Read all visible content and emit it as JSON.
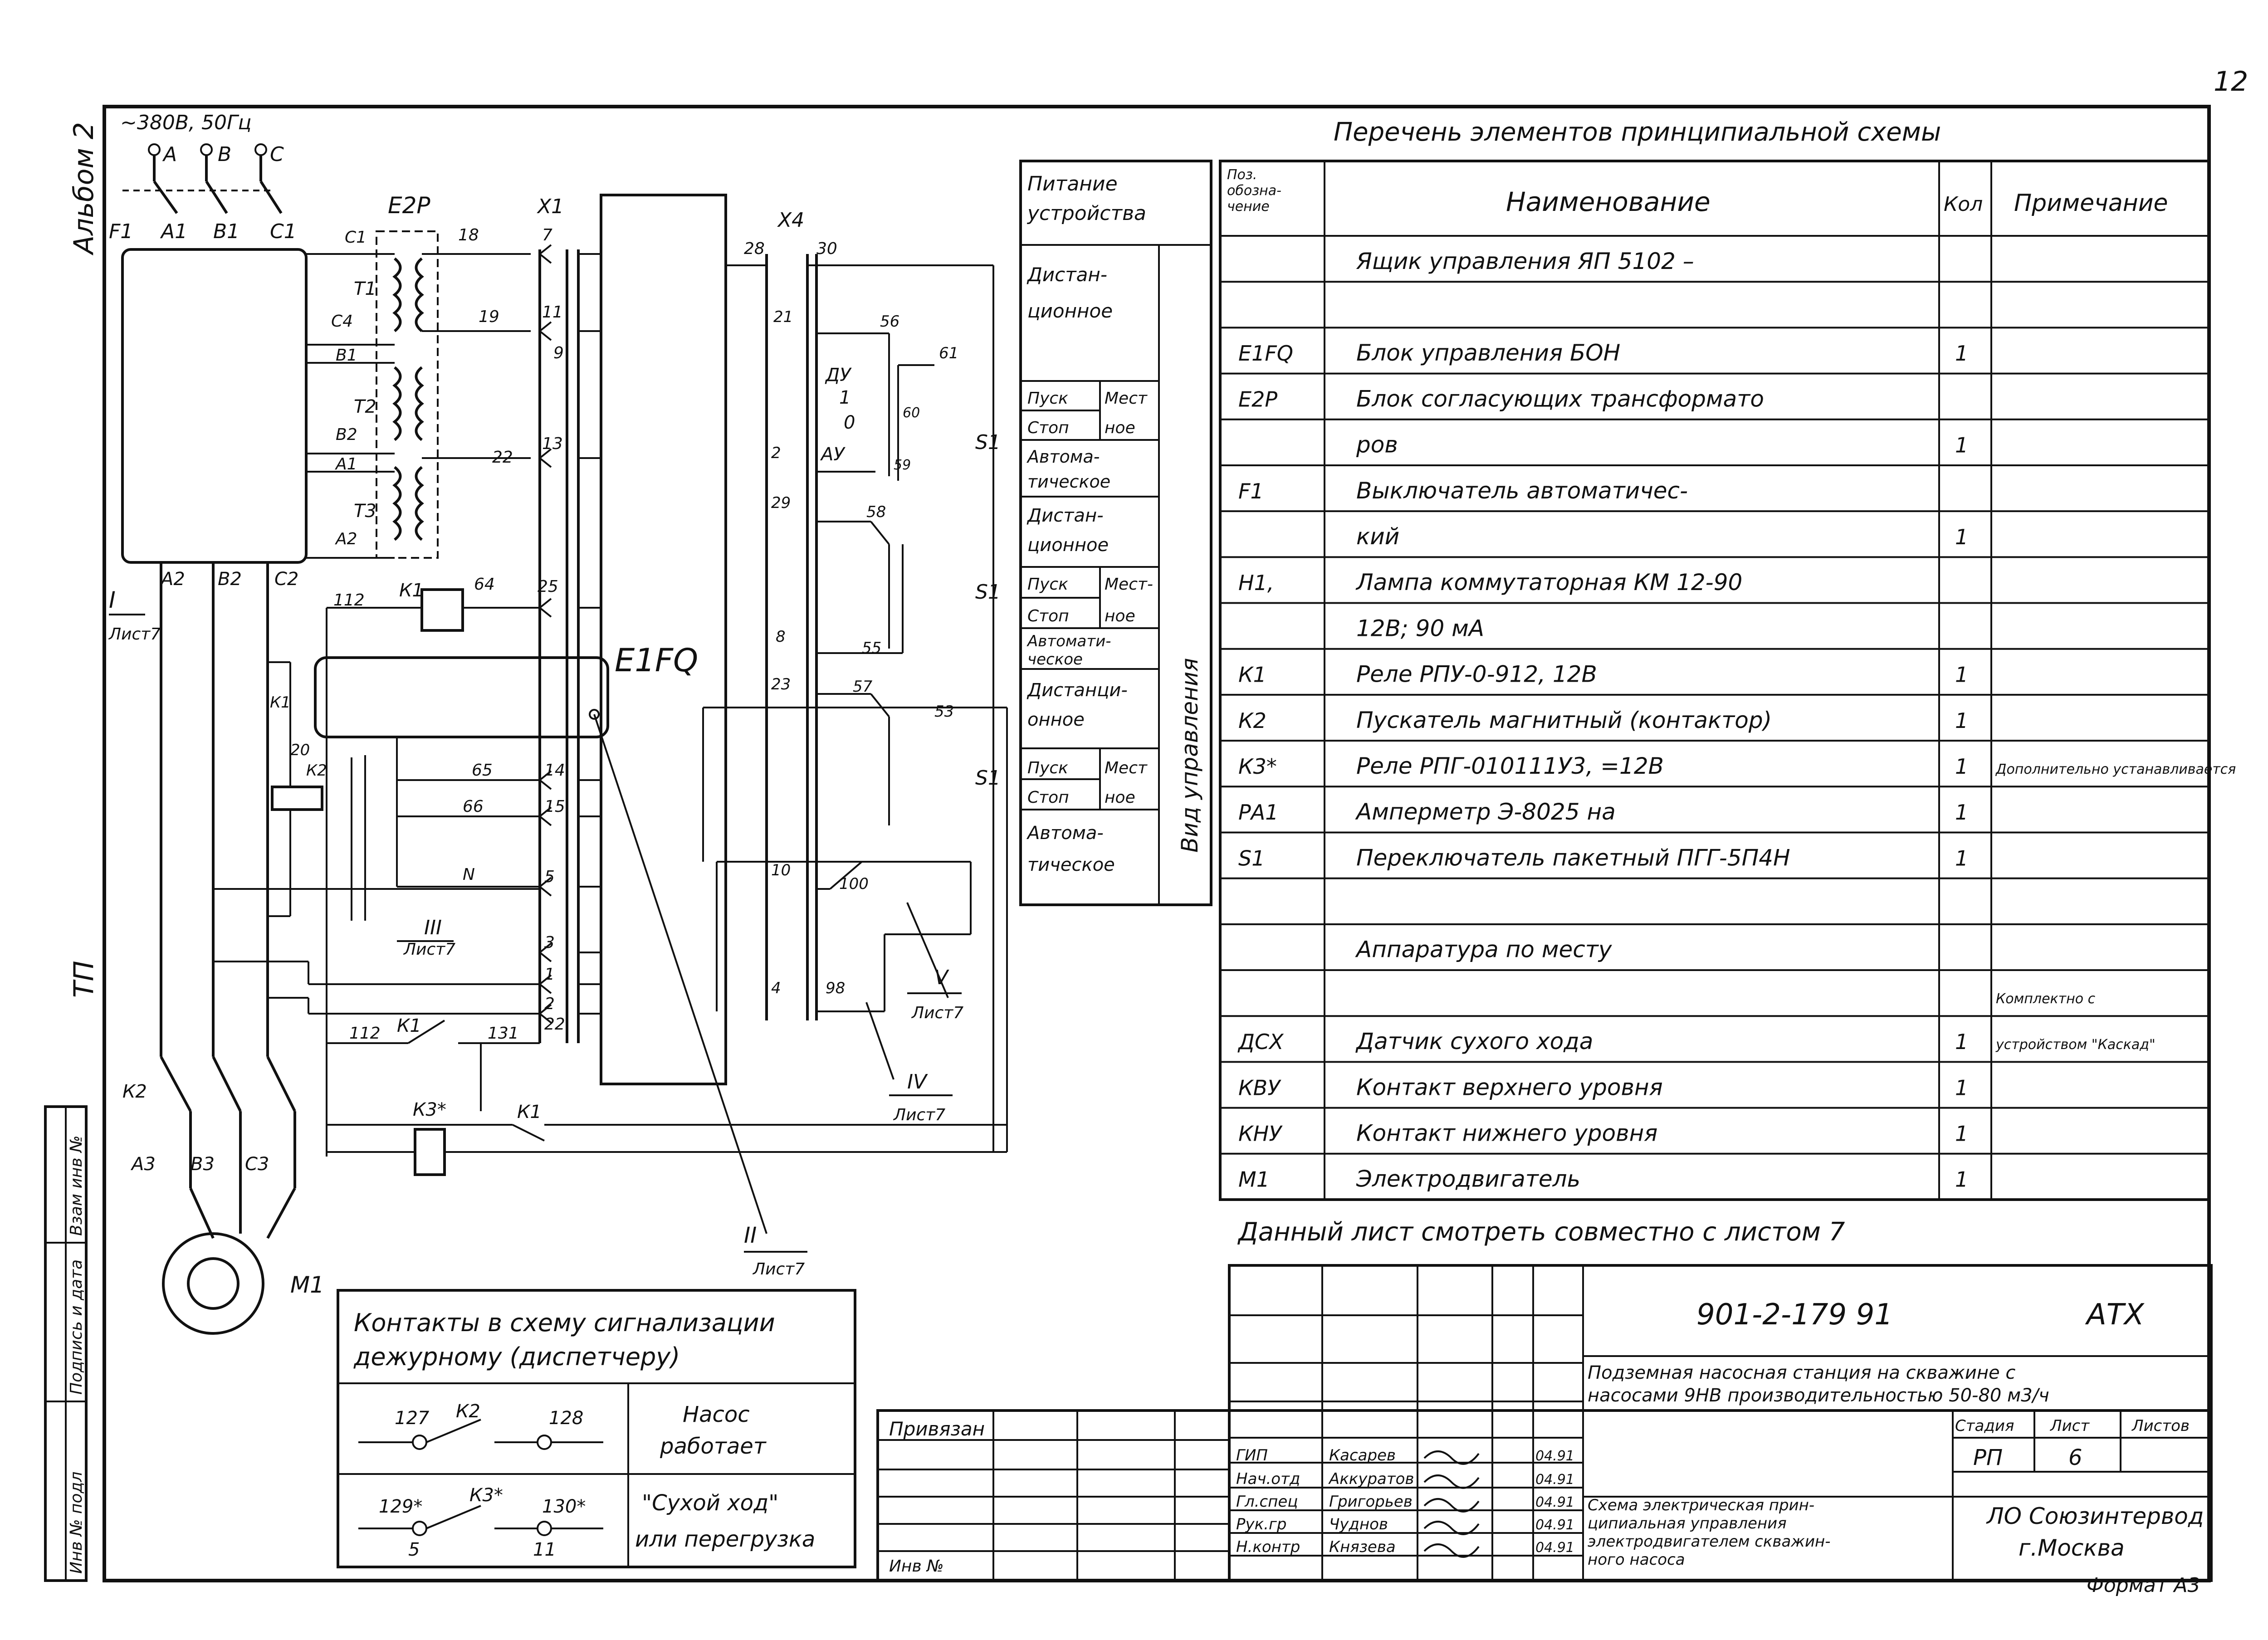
{
  "sheet_number": "12",
  "format_label": "Формат А3",
  "left_strip": {
    "album": "Альбом 2",
    "tp": "ТП",
    "stamp_cells": [
      "Взам инв №",
      "Подпись и дата",
      "Инв № подл"
    ]
  },
  "supply_label": "~380В, 50Гц",
  "phases": [
    "А",
    "В",
    "С"
  ],
  "schematic_labels": {
    "f1": "F1",
    "a1": "А1",
    "b1": "В1",
    "c1": "С1",
    "a2": "А2",
    "b2": "В2",
    "c2": "С2",
    "e2p": "Е2Р",
    "t1": "Т1",
    "t2": "Т2",
    "t3": "Т3",
    "c1b": "С1",
    "c4": "С4",
    "b1b": "В1",
    "b2b": "В2",
    "a1b": "А1",
    "a2b": "А2",
    "x1": "X1",
    "x4": "X4",
    "e1fq": "Е1FQ",
    "n18": "18",
    "n19": "19",
    "n22": "22",
    "n7": "7",
    "n11": "11",
    "n9": "9",
    "n13": "13",
    "n25": "25",
    "n64": "64",
    "n112": "112",
    "k1": "К1",
    "n65": "65",
    "n66": "66",
    "nN": "N",
    "n14": "14",
    "n15": "15",
    "n5": "5",
    "n3": "3",
    "n1": "1",
    "n2": "2",
    "n22b": "22",
    "n112b": "112",
    "k1b": "К1",
    "n131": "131",
    "k3": "К3*",
    "k1c": "К1",
    "n28": "28",
    "n30": "30",
    "n21": "21",
    "n56": "56",
    "n61": "61",
    "dy": "ДУ",
    "one": "1",
    "zero": "0",
    "ay": "АУ",
    "n60": "60",
    "n59": "59",
    "n2b": "2",
    "n29": "29",
    "n58": "58",
    "n8": "8",
    "n55": "55",
    "n23": "23",
    "n57": "57",
    "n53": "53",
    "n10": "10",
    "n100": "100",
    "n4": "4",
    "n98": "98",
    "s1a": "S1",
    "s1b": "S1",
    "s1c": "S1",
    "ki": "К1",
    "n20": "20",
    "k2": "К2",
    "k2b": "К2",
    "a3": "А3",
    "b3": "В3",
    "c3": "С3",
    "m1": "М1",
    "ref1": "I",
    "ref1_sheet": "Лист7",
    "ref2": "II",
    "ref2_sheet": "Лист7",
    "ref3": "III",
    "ref3_sheet": "Лист7",
    "ref4": "IV",
    "ref4_sheet": "Лист7",
    "ref5": "V",
    "ref5_sheet": "Лист7"
  },
  "mode_table": {
    "header": [
      "Питание",
      "устройства"
    ],
    "rows": [
      [
        "Дистан-",
        "ционное"
      ],
      [
        "Пуск",
        "Стоп",
        "Мест",
        "ное"
      ],
      [
        "Автома-",
        "тическое"
      ],
      [
        "Дистан-",
        "ционное"
      ],
      [
        "Пуск",
        "Стоп",
        "Мест-",
        "ное"
      ],
      [
        "Автомати-",
        "ческое"
      ],
      [
        "Дистанци-",
        "онное"
      ],
      [
        "Пуск",
        "Стоп",
        "Мест",
        "ное"
      ],
      [
        "Автома-",
        "тическое"
      ]
    ],
    "vertical_label": "Вид управления"
  },
  "elements_list": {
    "title": "Перечень элементов принципиальной схемы",
    "headers": [
      "Поз. обозна-чение",
      "Наименование",
      "Кол",
      "Примечание"
    ],
    "rows": [
      {
        "pos": "",
        "name": "Ящик управления ЯП 5102 –",
        "qty": "",
        "note": ""
      },
      {
        "pos": "",
        "name": "",
        "qty": "",
        "note": ""
      },
      {
        "pos": "Е1FQ",
        "name": "Блок управления БОН",
        "qty": "1",
        "note": ""
      },
      {
        "pos": "Е2Р",
        "name": "Блок согласующих трансформато",
        "qty": "",
        "note": ""
      },
      {
        "pos": "",
        "name": "ров",
        "qty": "1",
        "note": ""
      },
      {
        "pos": "F1",
        "name": "Выключатель автоматичес-",
        "qty": "",
        "note": ""
      },
      {
        "pos": "",
        "name": "кий",
        "qty": "1",
        "note": ""
      },
      {
        "pos": "Н1,",
        "name": "Лампа коммутаторная КМ 12-90",
        "qty": "",
        "note": ""
      },
      {
        "pos": "",
        "name": "12В; 90 мА",
        "qty": "",
        "note": ""
      },
      {
        "pos": "К1",
        "name": "Реле РПУ-0-912, 12В",
        "qty": "1",
        "note": ""
      },
      {
        "pos": "К2",
        "name": "Пускатель магнитный (контактор)",
        "qty": "1",
        "note": ""
      },
      {
        "pos": "К3*",
        "name": "Реле РПГ-010111У3, =12В",
        "qty": "1",
        "note": "Дополнительно устанавливается"
      },
      {
        "pos": "РА1",
        "name": "Амперметр Э-8025 на",
        "qty": "1",
        "note": ""
      },
      {
        "pos": "S1",
        "name": "Переключатель пакетный ПГГ-5П4Н",
        "qty": "1",
        "note": ""
      },
      {
        "pos": "",
        "name": "",
        "qty": "",
        "note": ""
      },
      {
        "pos": "",
        "name": "Аппаратура по месту",
        "qty": "",
        "note": ""
      },
      {
        "pos": "",
        "name": "",
        "qty": "",
        "note": "Комплектно с"
      },
      {
        "pos": "ДСХ",
        "name": "Датчик сухого хода",
        "qty": "1",
        "note": "устройством \"Каскад\""
      },
      {
        "pos": "КВУ",
        "name": "Контакт верхнего уровня",
        "qty": "1",
        "note": ""
      },
      {
        "pos": "КНУ",
        "name": "Контакт нижнего уровня",
        "qty": "1",
        "note": ""
      },
      {
        "pos": "М1",
        "name": "Электродвигатель",
        "qty": "1",
        "note": ""
      }
    ],
    "amperage_unit": "А"
  },
  "see_also": "Данный лист смотреть совместно с листом 7",
  "signal_table": {
    "title_line1": "Контакты в схему сигнализации",
    "title_line2": "дежурному (диспетчеру)",
    "rows": [
      {
        "left_num": "127",
        "contact": "К2",
        "right_num": "128",
        "desc_line1": "Насос",
        "desc_line2": "работает"
      },
      {
        "left_num": "129*",
        "contact": "К3*",
        "right_num": "130*",
        "sub_left": "5",
        "sub_right": "11",
        "desc_line1": "\"Сухой ход\"",
        "desc_line2": "или перегрузка"
      }
    ]
  },
  "title_block": {
    "privyazan": "Привязан",
    "inv_no": "Инв №",
    "code": "901-2-179 91",
    "mark": "АТХ",
    "description_line1": "Подземная насосная станция на скважине с",
    "description_line2": "насосами 9НВ производительностью 50-80 м3/ч",
    "stage_headers": [
      "Стадия",
      "Лист",
      "Листов"
    ],
    "stage": "РП",
    "sheet": "6",
    "sheets": "",
    "roles": [
      "ГИП",
      "Нач.отд",
      "Гл.спец",
      "Рук.гр",
      "Н.контр"
    ],
    "names": [
      "Касарев",
      "Аккуратов",
      "Григорьев",
      "Чуднов",
      "Князева"
    ],
    "dates": [
      "04.91",
      "04.91",
      "04.91",
      "04.91",
      "04.91"
    ],
    "drawing_title": [
      "Схема электрическая прин-",
      "ципиальная управления",
      "электродвигателем скважин-",
      "ного насоса"
    ],
    "org_line1": "ЛО Союзинтервод",
    "org_line2": "г.Москва"
  }
}
